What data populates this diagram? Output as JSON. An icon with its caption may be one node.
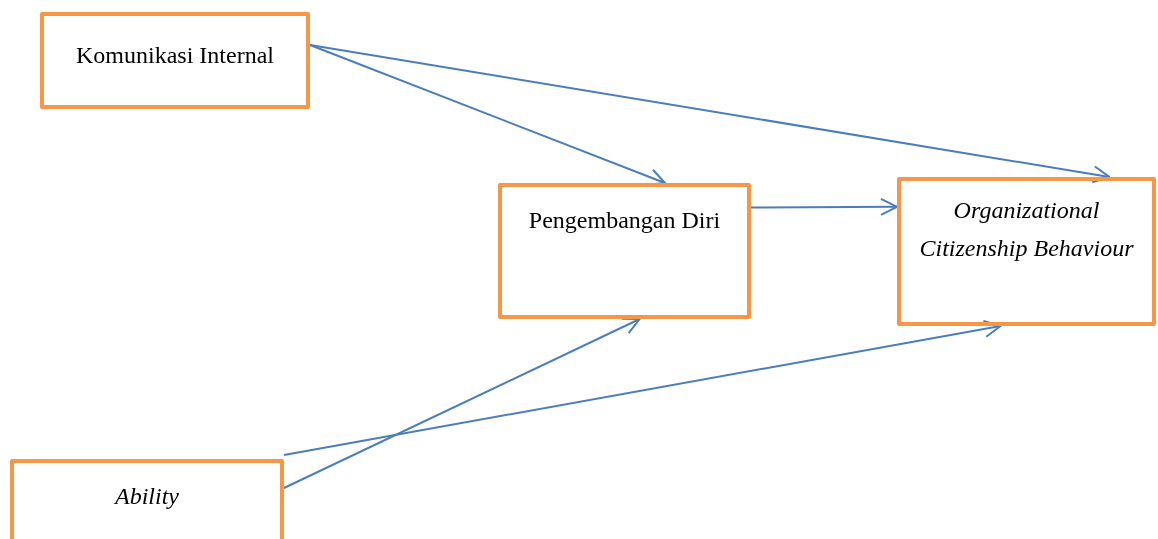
{
  "diagram": {
    "nodes": [
      {
        "text": [
          "Komunikasi Internal"
        ]
      },
      {
        "text": [
          "Pengembangan Diri"
        ]
      },
      {
        "text": [
          "Organizational Citizenship Behaviour"
        ]
      },
      {
        "text": [
          "Ability"
        ]
      }
    ],
    "edges": [
      {
        "from": 0,
        "to": 1,
        "arrow": "to"
      },
      {
        "from": 0,
        "to": 2,
        "arrow": "to"
      },
      {
        "from": 1,
        "to": 2,
        "arrow": "to"
      },
      {
        "from": 3,
        "to": 1,
        "arrow": "to"
      },
      {
        "from": 3,
        "to": 2,
        "arrow": "to"
      }
    ]
  }
}
